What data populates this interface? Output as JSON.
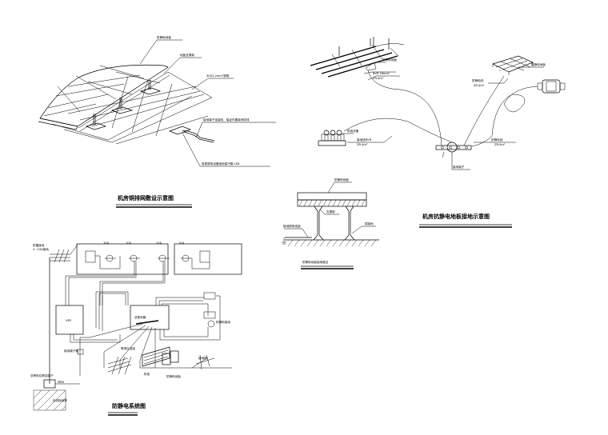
{
  "drawing": {
    "title_copper_grid": "机房铜排网敷设示意图",
    "title_floor_grounding": "机房抗静电地板接地示意图",
    "title_system": "防静电系统图",
    "title_floor_detail": "防静电地板接地做法"
  },
  "copper_grid": {
    "labels": [
      "防静电地板",
      "地板支撑架",
      "30X3.2mm²铜带",
      "接地端子连接线，保证可靠接地导线",
      "各类弱电设备接地端子箱 LEB"
    ]
  },
  "floor_grounding": {
    "labels": [
      "防静电地板",
      "BVR 16mm²",
      "ZR-4m²",
      "机柜设备",
      "接地线BVR",
      "ZR-4m²",
      "防静电地板",
      "防静电线",
      "ZR-4m²",
      "防静电线",
      "ZR-4m²",
      "接地端子"
    ]
  },
  "floor_detail": {
    "labels": [
      "防静电地板",
      "支撑架",
      "接地铜带连接",
      "铜接地"
    ]
  },
  "system": {
    "labels": [
      "防雷接地",
      "2~10Ω接地",
      "10A",
      "10A",
      "10A",
      "10A",
      "UPS",
      "总配电箱",
      "防静电接地",
      "防静电地板",
      "机柜",
      "等电位连接",
      "总等电位联结端子",
      "MEB",
      "接地端子箱",
      "接地极",
      "自然接地体"
    ]
  }
}
